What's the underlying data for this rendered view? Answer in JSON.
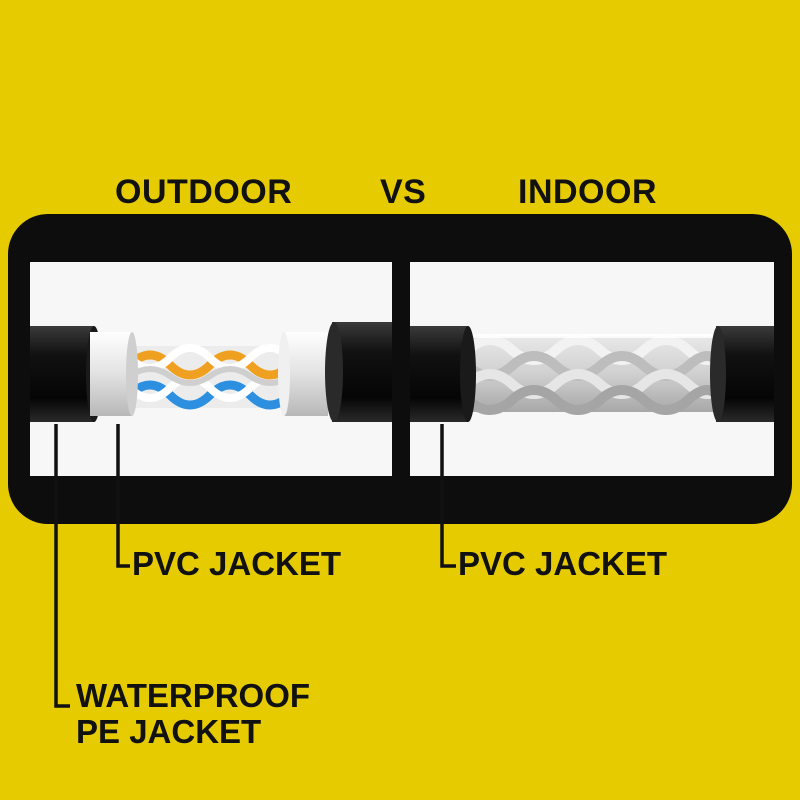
{
  "headings": {
    "outdoor": "OUTDOOR",
    "vs": "VS",
    "indoor": "INDOOR"
  },
  "labels": {
    "outdoor_pvc": "PVC JACKET",
    "indoor_pvc": "PVC JACKET",
    "pe_line1": "WATERPROOF",
    "pe_line2": "PE JACKET"
  },
  "colors": {
    "background": "#e6cb00",
    "frame": "#0d0d0d",
    "panel": "#f7f7f7",
    "jacket": "#111111",
    "pvc_shield": "#e4e4e4",
    "wire_orange": "#f0a020",
    "wire_blue": "#2d8fe0",
    "wire_silver": "#b8b8b8"
  }
}
